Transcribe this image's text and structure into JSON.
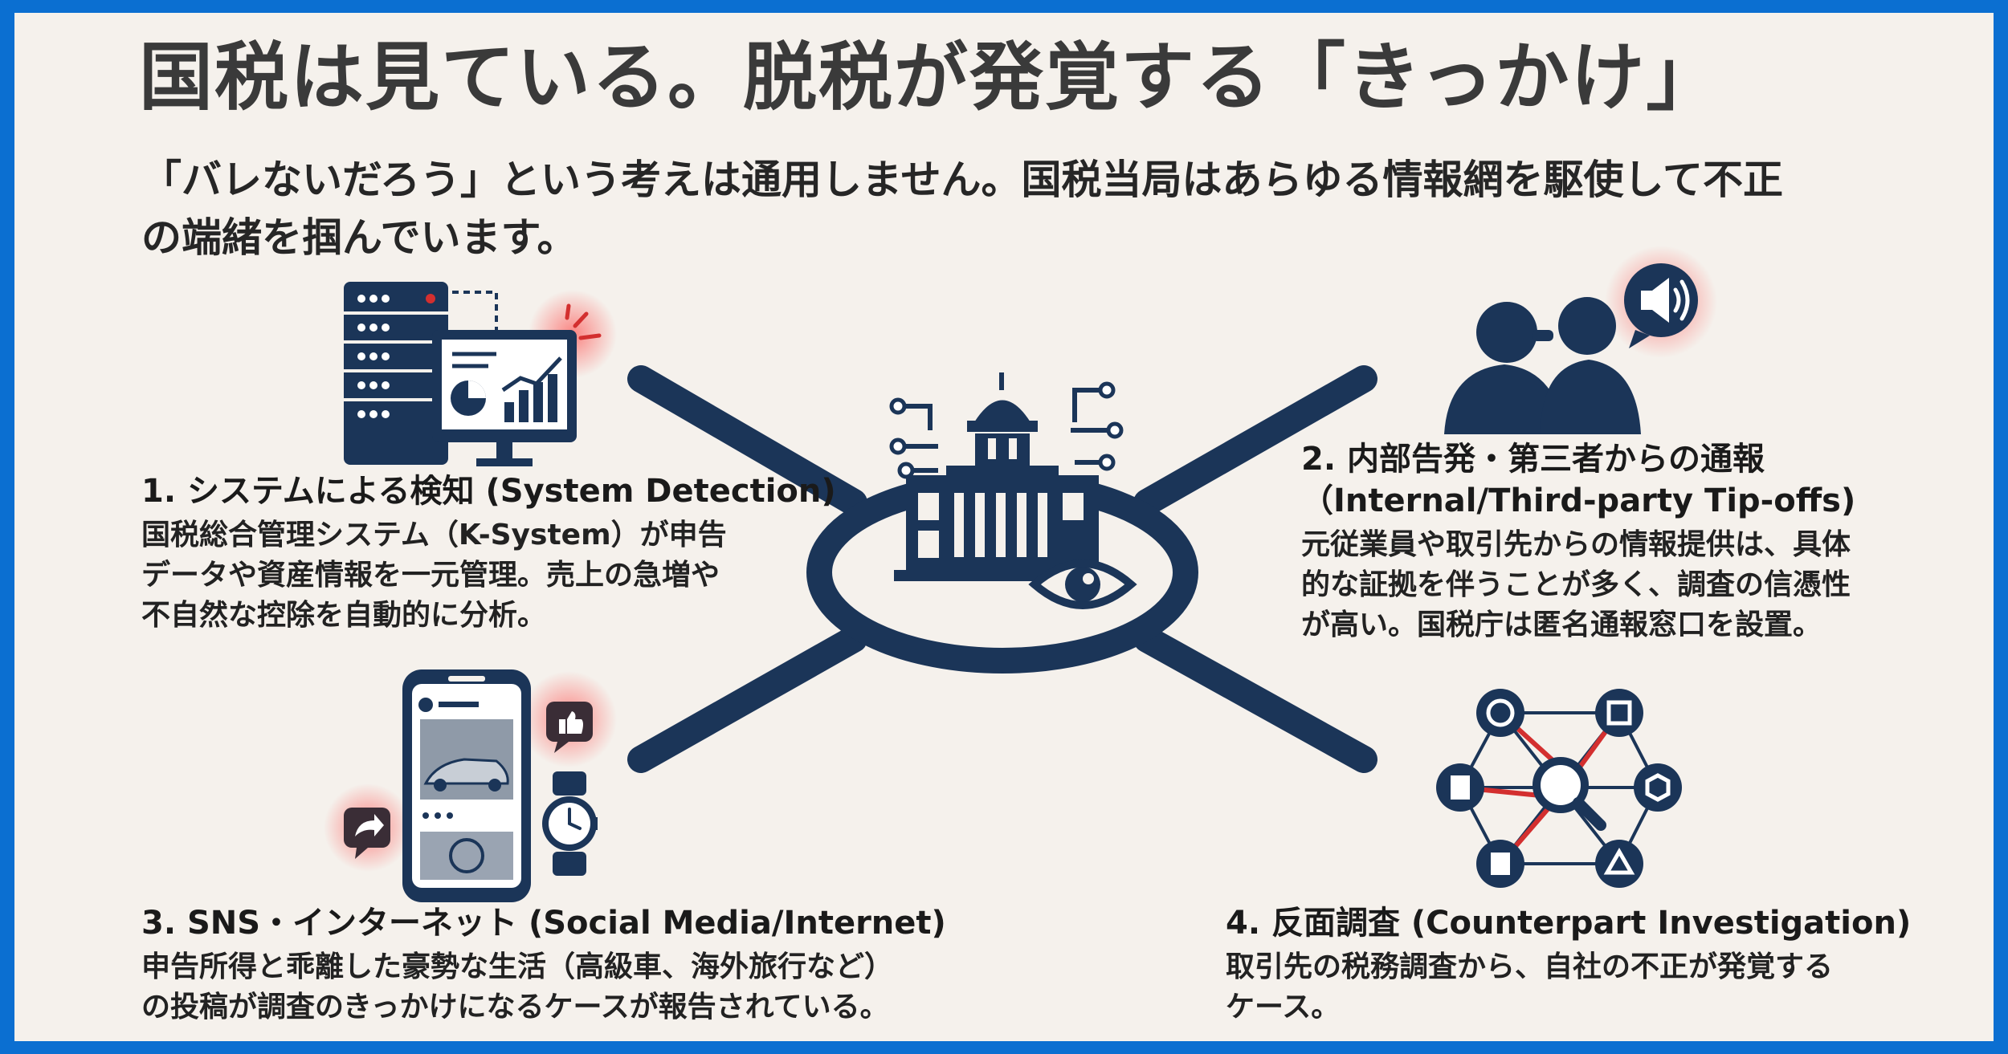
{
  "title": "国税は見ている。脱税が発覚する「きっかけ」",
  "subtitle_lines": [
    "「バレないだろう」という考えは通用しません。国税当局はあらゆる情報網を駆使して不正",
    "の端緒を掴んでいます。"
  ],
  "colors": {
    "navy": "#1b3558",
    "accent_red": "#d32f2f",
    "frame_blue": "#0b6fd1",
    "background": "#f5f1ec"
  },
  "sections": [
    {
      "heading": "1. システムによる検知 (System Detection)",
      "body_lines": [
        "国税総合管理システム（K-System）が申告",
        "データや資産情報を一元管理。売上の急増や",
        "不自然な控除を自動的に分析。"
      ],
      "icon": "server-dashboard-icon"
    },
    {
      "heading_lines": [
        "2. 内部告発・第三者からの通報",
        "（Internal/Third-party Tip-offs)"
      ],
      "body_lines": [
        "元従業員や取引先からの情報提供は、具体",
        "的な証拠を伴うことが多く、調査の信憑性",
        "が高い。国税庁は匿名通報窓口を設置。"
      ],
      "icon": "whisper-megaphone-icon"
    },
    {
      "heading": "3. SNS・インターネット (Social Media/Internet)",
      "body_lines": [
        "申告所得と乖離した豪勢な生活（高級車、海外旅行など）",
        "の投稿が調査のきっかけになるケースが報告されている。"
      ],
      "icon": "smartphone-social-icon"
    },
    {
      "heading": "4. 反面調査 (Counterpart Investigation)",
      "body_lines": [
        "取引先の税務調査から、自社の不正が発覚する",
        "ケース。"
      ],
      "icon": "network-magnifier-icon"
    }
  ],
  "center_icon": "government-eye-icon"
}
